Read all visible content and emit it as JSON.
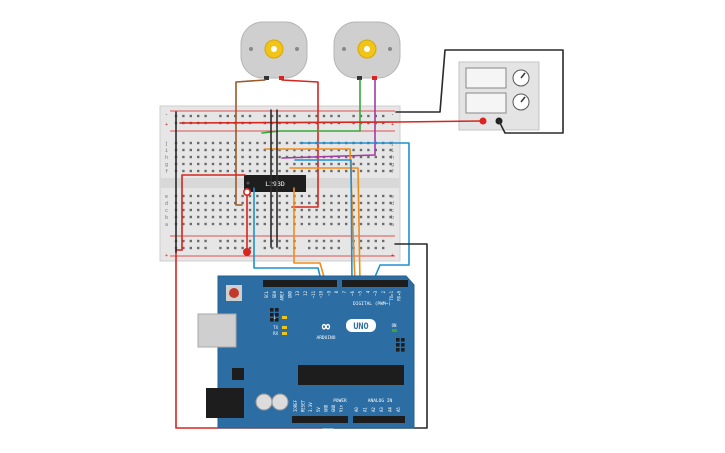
{
  "ic": {
    "label": "L293D"
  },
  "arduino": {
    "logo": "UNO",
    "brand": "ARDUINO",
    "digital_header": "DIGITAL (PWM~)",
    "power_header": "POWER",
    "analog_header": "ANALOG IN",
    "top_pins": [
      "SCL",
      "SDA",
      "AREF",
      "GND",
      "13",
      "12",
      "~11",
      "~10",
      "~9",
      "8",
      "7",
      "~6",
      "~5",
      "4",
      "~3",
      "2",
      "TX▸1",
      "RX◂0"
    ],
    "power_pins": [
      "IOREF",
      "RESET",
      "3.3V",
      "5V",
      "GND",
      "GND",
      "Vin"
    ],
    "analog_pins": [
      "A0",
      "A1",
      "A2",
      "A3",
      "A4",
      "A5"
    ],
    "led_labels": [
      "L",
      "TX",
      "RX"
    ],
    "on_label": "ON"
  },
  "breadboard": {
    "row_letters_top": [
      "j",
      "i",
      "h",
      "g",
      "f"
    ],
    "row_letters_bottom": [
      "e",
      "d",
      "c",
      "b",
      "a"
    ]
  },
  "colors": {
    "board": "#2c6ea3",
    "breadboard": "#e8e8e8",
    "rail_red": "#d22",
    "rail_blue": "#333",
    "wire_red": "#d6261e",
    "wire_black": "#2a2a2a",
    "wire_orange": "#f28c18",
    "wire_blue": "#1e90d0",
    "wire_green": "#3aa53a",
    "wire_purple": "#a23ba4",
    "wire_brown": "#9a5a2a",
    "motor_body": "#cfcfcf",
    "gear": "#f0c419"
  }
}
